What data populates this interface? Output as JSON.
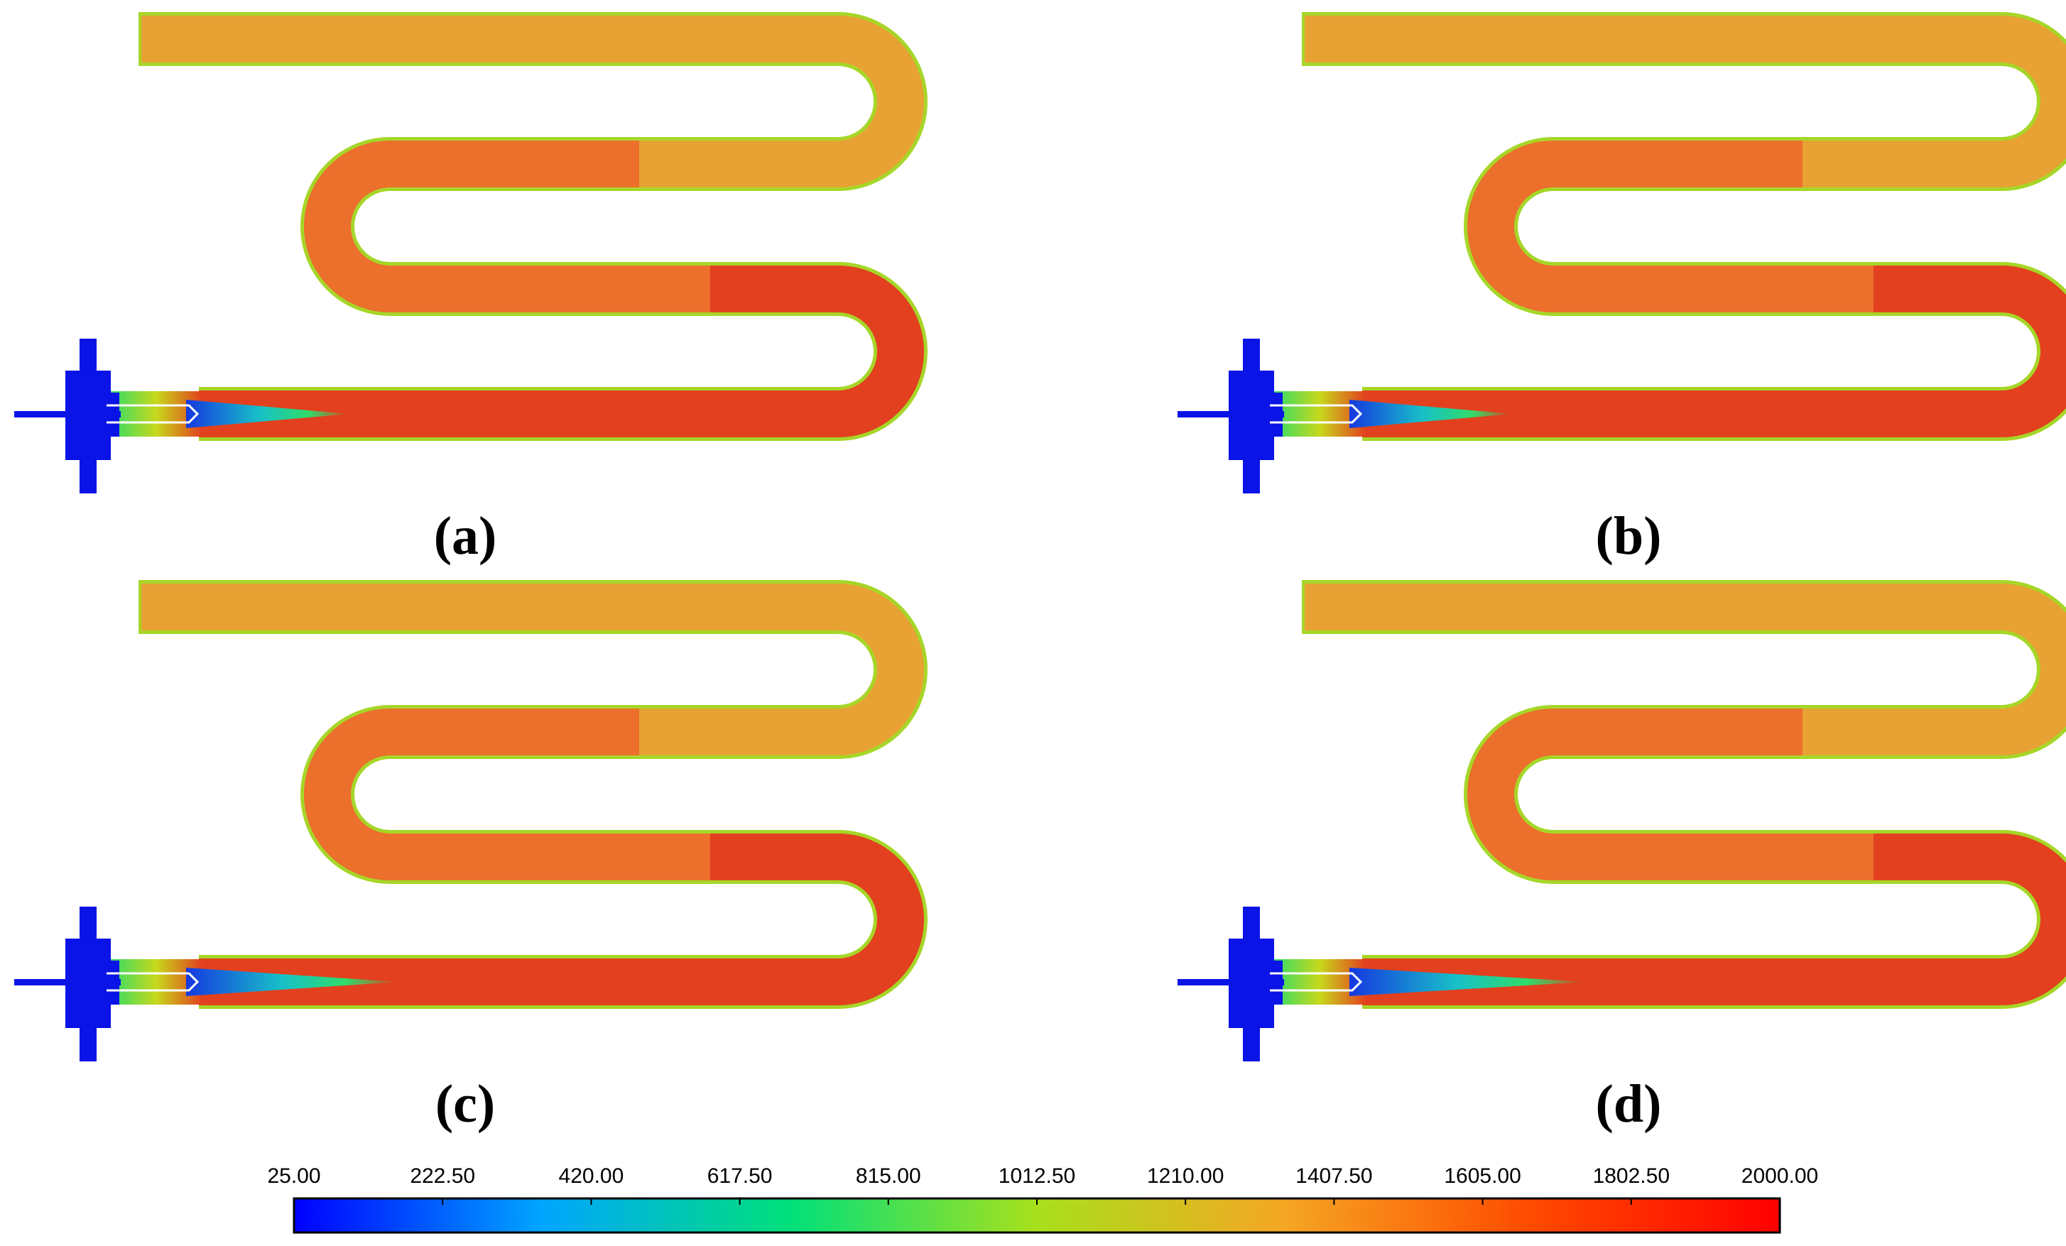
{
  "panels": [
    {
      "id": "a",
      "label": "(a)",
      "jet_length": 1.0
    },
    {
      "id": "b",
      "label": "(b)",
      "jet_length": 1.0
    },
    {
      "id": "c",
      "label": "(c)",
      "jet_length": 1.3
    },
    {
      "id": "d",
      "label": "(d)",
      "jet_length": 1.45
    }
  ],
  "colorbar": {
    "min": 25.0,
    "max": 2000.0,
    "ticks": [
      "25.00",
      "222.50",
      "420.00",
      "617.50",
      "815.00",
      "1012.50",
      "1210.00",
      "1407.50",
      "1605.00",
      "1802.50",
      "2000.00"
    ],
    "colors": [
      "#0000ff",
      "#00a5ff",
      "#00e07a",
      "#a8e01c",
      "#f5a623",
      "#ff4a00",
      "#ff0000"
    ]
  },
  "field_colors": {
    "inlet_arm": "#e8a234",
    "middle_arm": "#ec6f2c",
    "hot_arm": "#e2401e",
    "wall": "#a6d628",
    "burner": "#0a14e6",
    "jet_core": "#1638e0",
    "jet_mid": "#17c0c8",
    "jet_edge": "#2fdc6a"
  }
}
